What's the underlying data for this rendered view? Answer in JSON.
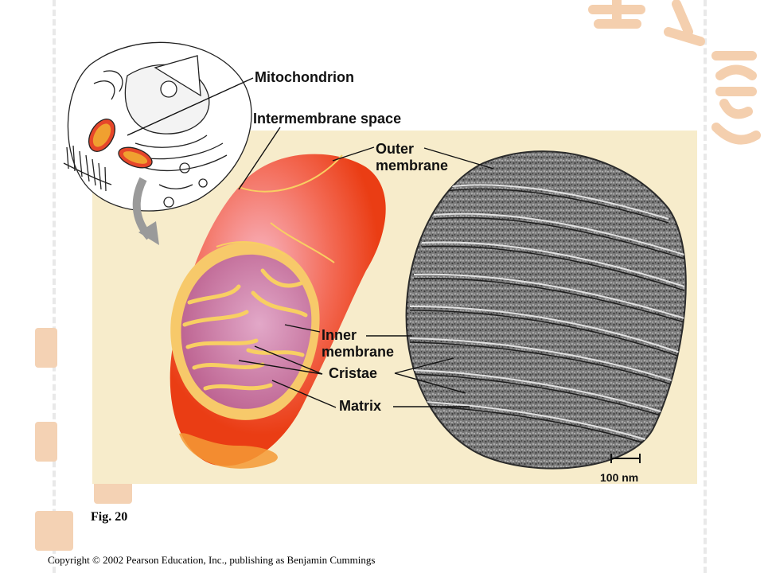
{
  "diagram": {
    "labels": {
      "mitochondrion": "Mitochondrion",
      "intermembrane_space": "Intermembrane space",
      "outer_membrane_line1": "Outer",
      "outer_membrane_line2": "membrane",
      "inner_membrane_line1": "Inner",
      "inner_membrane_line2": "membrane",
      "cristae": "Cristae",
      "matrix": "Matrix",
      "scale_bar": "100 nm"
    },
    "figure_label": "Fig. 20",
    "copyright": "Copyright © 2002 Pearson Education, Inc., publishing as Benjamin Cummings",
    "colors": {
      "panel_background": "#f7eccb",
      "mitochondrion_outer": "#f04a1e",
      "mitochondrion_highlight": "#f7a0b0",
      "membrane_edge": "#f8cc60",
      "interior": "#d27a9c",
      "micrograph": "#6e6e6e",
      "decoration": "#f4d2b4"
    },
    "decorations": [
      "calligraphy-seal-icon"
    ]
  }
}
